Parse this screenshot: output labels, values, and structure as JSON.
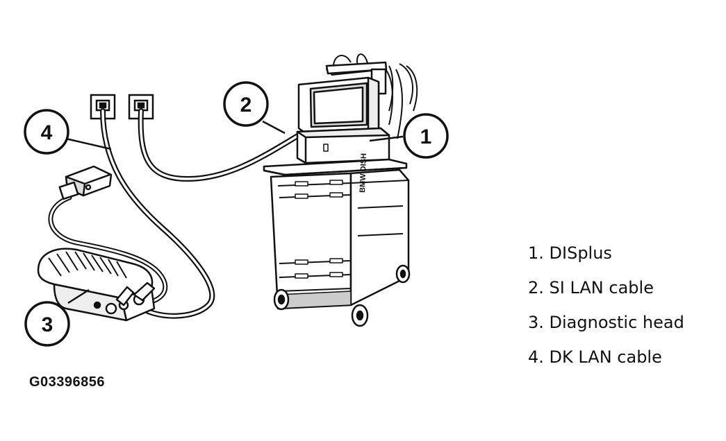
{
  "callouts": [
    "1",
    "2",
    "3",
    "4"
  ],
  "legend": [
    "1. DISplus",
    "2. SI LAN cable",
    "3. Diagnostic head",
    "4. DK LAN cable"
  ],
  "figure_id": "G03396856",
  "cart_brand": "BMW DISH",
  "colors": {
    "line": "#111111",
    "background": "#ffffff",
    "shade": "#888888"
  }
}
